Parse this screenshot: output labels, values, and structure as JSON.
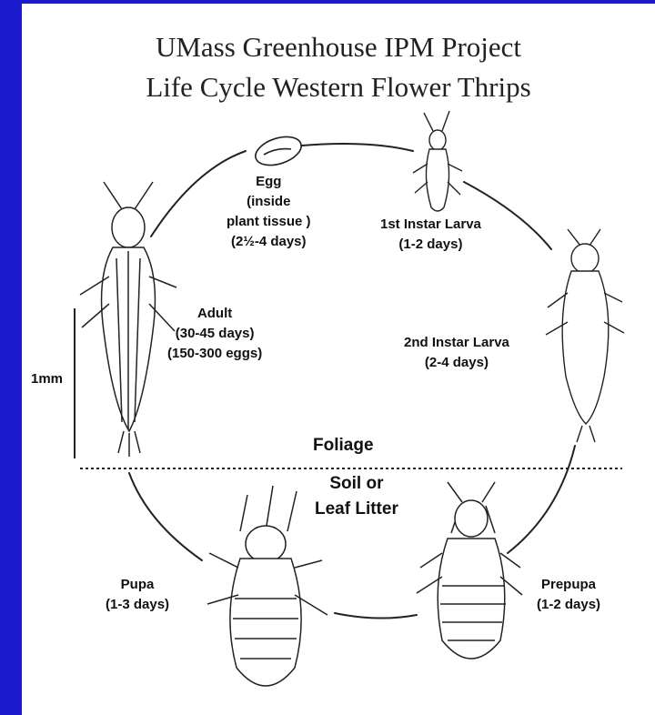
{
  "title": {
    "line1": "UMass Greenhouse IPM Project",
    "line2": "Life Cycle Western Flower Thrips"
  },
  "stages": {
    "egg": [
      "Egg",
      "(inside",
      "plant tissue )",
      "(2½-4 days)"
    ],
    "larva1": [
      "1st Instar Larva",
      "(1-2 days)"
    ],
    "larva2": [
      "2nd Instar Larva",
      "(2-4 days)"
    ],
    "prepupa": [
      "Prepupa",
      "(1-2 days)"
    ],
    "pupa": [
      "Pupa",
      "(1-3 days)"
    ],
    "adult": [
      "Adult",
      "(30-45 days)",
      "(150-300 eggs)"
    ]
  },
  "scale_label": "1mm",
  "zones": {
    "foliage": "Foliage",
    "soil": [
      "Soil or",
      "Leaf Litter"
    ]
  },
  "colors": {
    "frame": "#1a1acc",
    "line": "#222222"
  }
}
